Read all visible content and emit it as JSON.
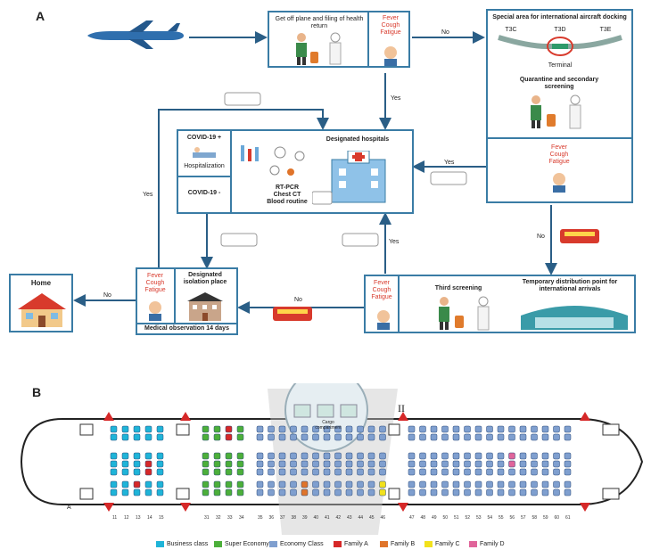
{
  "panels": {
    "a": "A",
    "b": "B"
  },
  "flow": {
    "get_off": "Get off plane and filing of health return",
    "symptoms": [
      "Fever",
      "Cough",
      "Fatigue"
    ],
    "special_area": "Special area for international aircraft docking",
    "terminals": [
      "T3C",
      "T3D",
      "T3E"
    ],
    "terminal": "Terminal",
    "quarantine": "Quarantine and secondary screening",
    "designated_hospitals": "Designated hospitals",
    "covid_pos": "COVID-19 +",
    "covid_neg": "COVID-19 -",
    "hospitalization": "Hospitalization",
    "tests": [
      "RT-PCR",
      "Chest CT",
      "Blood routine"
    ],
    "third_screening": "Third screening",
    "temp_point": "Temporary distribution point for international arrivals",
    "isolation": "Designated isolation place",
    "medical_obs": "Medical observation 14 days",
    "home": "Home",
    "yes": "Yes",
    "no": "No"
  },
  "seatmap": {
    "marker_a": "A",
    "marker_ii": "II",
    "cargo": "Cargo compartment",
    "row_numbers": [
      "11",
      "12",
      "13",
      "14",
      "15",
      "31",
      "32",
      "33",
      "34",
      "35",
      "36",
      "37",
      "38",
      "39",
      "40",
      "41",
      "42",
      "43",
      "44",
      "45",
      "46",
      "47",
      "48",
      "49",
      "50",
      "51",
      "52",
      "53",
      "54",
      "55",
      "56",
      "57",
      "58",
      "59",
      "60",
      "61"
    ]
  },
  "legend": [
    {
      "label": "Business class",
      "color": "#1fb4d8"
    },
    {
      "label": "Super Economy",
      "color": "#4caf3a"
    },
    {
      "label": "Economy Class",
      "color": "#7f9fcf"
    },
    {
      "label": "Family A",
      "color": "#d62828"
    },
    {
      "label": "Family B",
      "color": "#e0742a"
    },
    {
      "label": "Family C",
      "color": "#f2e11c"
    },
    {
      "label": "Family D",
      "color": "#e0649a"
    }
  ],
  "colors": {
    "box_border": "#3a7ca5",
    "arrow": "#2a5e86",
    "red_text": "#d83a2c"
  }
}
